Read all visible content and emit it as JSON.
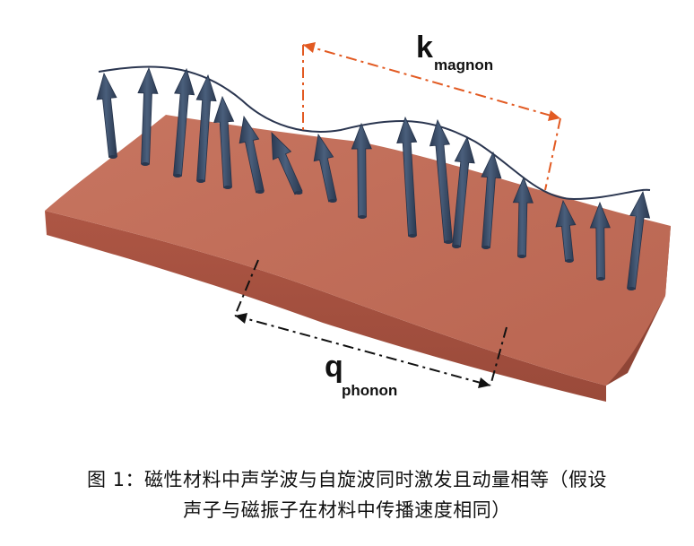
{
  "figure": {
    "k_label_main": "k",
    "k_label_sub": "magnon",
    "q_label_main": "q",
    "q_label_sub": "phonon",
    "colors": {
      "slab_top": "#c16a55",
      "slab_front": "#a8503f",
      "slab_side": "#8e4434",
      "arrow": "#34465e",
      "arrow_light": "#4a5f7c",
      "magnon_marker": "#e25a22",
      "phonon_marker": "#111111",
      "wave_line": "#2b3650"
    }
  },
  "caption": {
    "line1": "图 1：磁性材料中声学波与自旋波同时激发且动量相等（假设",
    "line2": "声子与磁振子在材料中传播速度相同）"
  }
}
